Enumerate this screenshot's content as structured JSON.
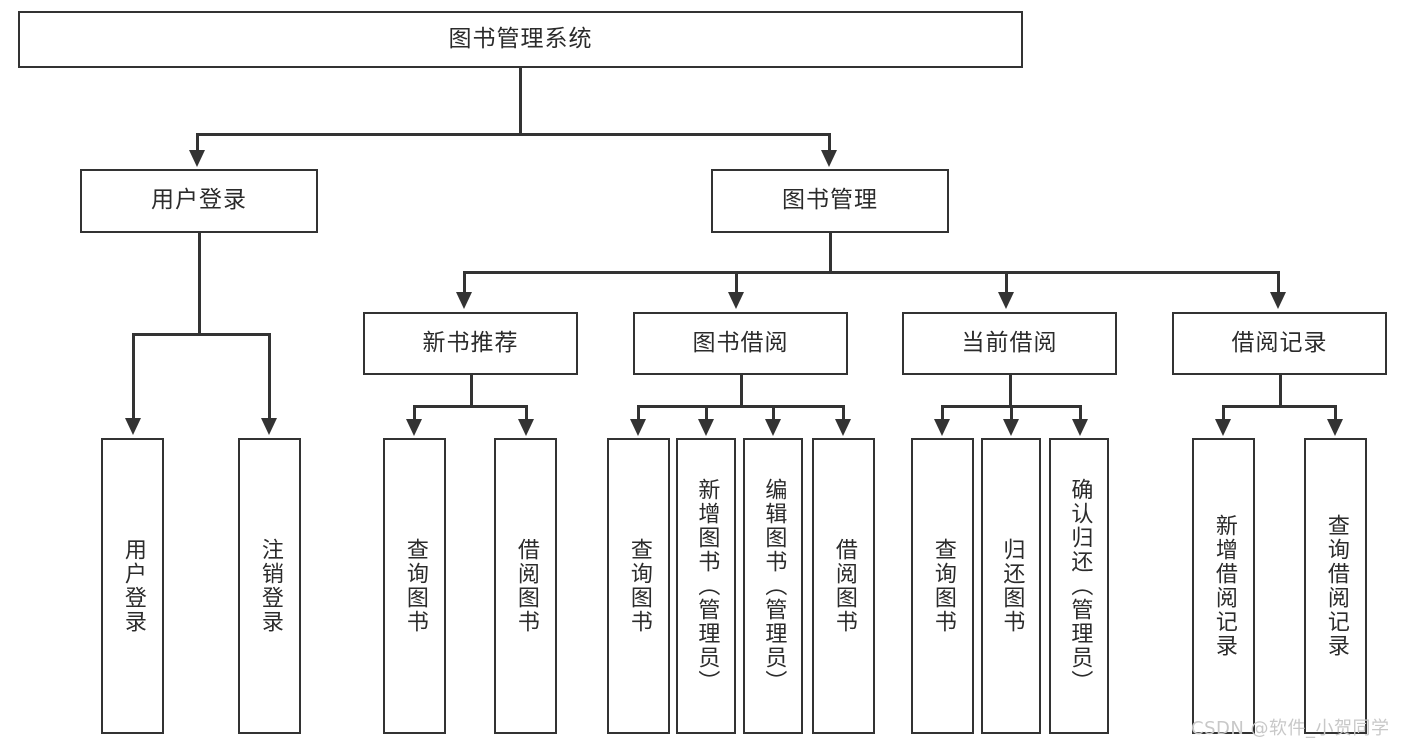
{
  "diagram": {
    "title": "图书管理系统",
    "type": "tree-hierarchy-diagram",
    "colors": {
      "box_border": "#333333",
      "box_fill": "#ffffff",
      "text": "#2b2b2b",
      "connector": "#333333",
      "watermark": "#c8c8c8"
    },
    "root": {
      "label": "图书管理系统"
    },
    "level2": [
      {
        "label": "用户登录"
      },
      {
        "label": "图书管理"
      }
    ],
    "level3": [
      {
        "label": "新书推荐"
      },
      {
        "label": "图书借阅"
      },
      {
        "label": "当前借阅"
      },
      {
        "label": "借阅记录"
      }
    ],
    "leaves": {
      "user_login": [
        {
          "label": "用户登录"
        },
        {
          "label": "注销登录"
        }
      ],
      "new_book_recommend": [
        {
          "label": "查询图书"
        },
        {
          "label": "借阅图书"
        }
      ],
      "book_borrow": [
        {
          "label": "查询图书"
        },
        {
          "label": "新增图书（管理员）"
        },
        {
          "label": "编辑图书（管理员）"
        },
        {
          "label": "借阅图书"
        }
      ],
      "current_borrow": [
        {
          "label": "查询图书"
        },
        {
          "label": "归还图书"
        },
        {
          "label": "确认归还（管理员）"
        }
      ],
      "borrow_record": [
        {
          "label": "新增借阅记录"
        },
        {
          "label": "查询借阅记录"
        }
      ]
    }
  },
  "watermark": {
    "text": "CSDN @软件_小贺同学"
  }
}
